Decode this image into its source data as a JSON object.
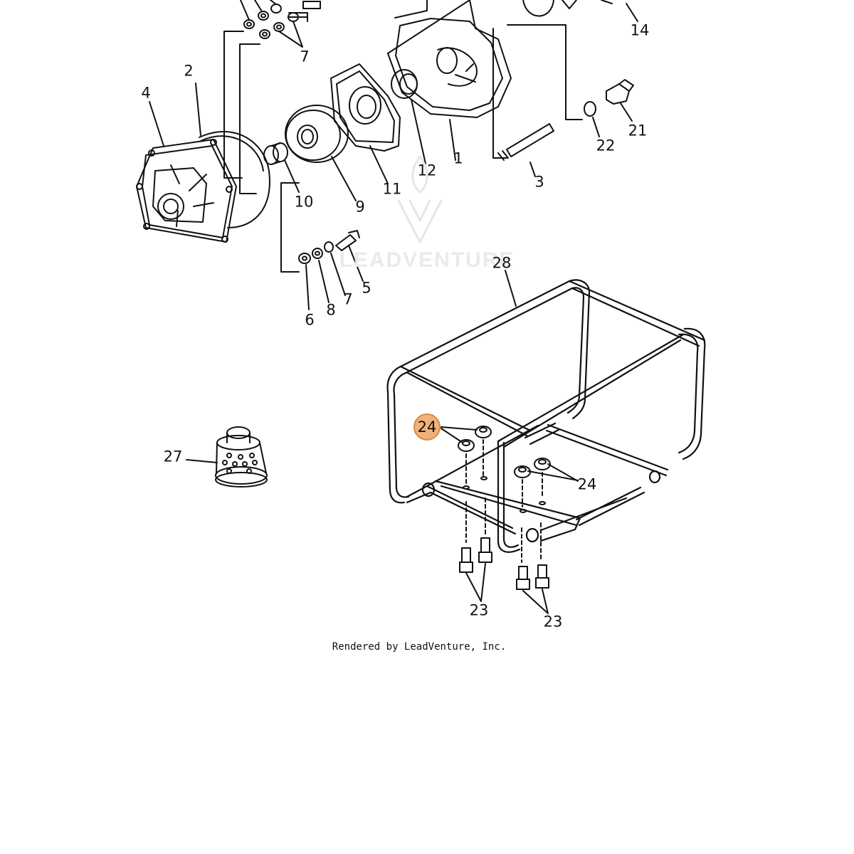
{
  "diagram": {
    "callouts": [
      "1",
      "2",
      "3",
      "4",
      "5",
      "6",
      "7",
      "7",
      "8",
      "9",
      "10",
      "11",
      "12",
      "14",
      "21",
      "22",
      "23",
      "23",
      "24",
      "24",
      "27",
      "28"
    ],
    "highlighted_callout": "24"
  },
  "watermark": {
    "text": "LEADVENTURE"
  },
  "footer": {
    "text": "Rendered by LeadVenture, Inc."
  },
  "colors": {
    "highlight": "#f0b27a",
    "line": "#111111"
  }
}
